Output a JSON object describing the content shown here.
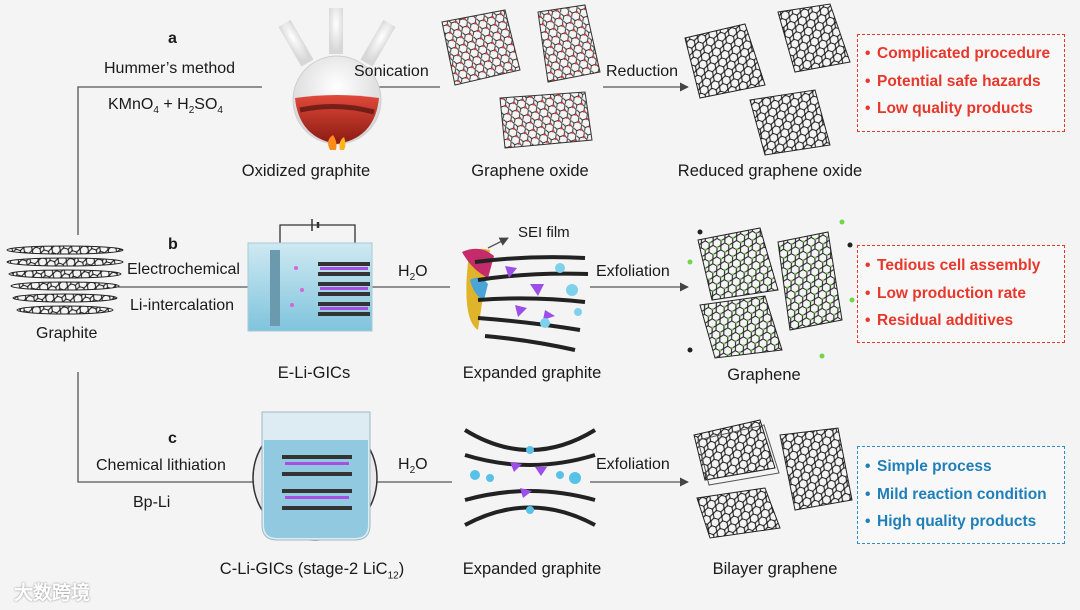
{
  "panels": {
    "a": {
      "letter": "a",
      "method_top": "Hummer’s method",
      "reagent_k": "KMnO",
      "reagent_k_sub": "4",
      "reagent_plus": " + H",
      "reagent_h_sub": "2",
      "reagent_so": "SO",
      "reagent_so_sub": "4",
      "step1": "Sonication",
      "step2": "Reduction",
      "cap1": "Oxidized graphite",
      "cap2": "Graphene oxide",
      "cap3": "Reduced graphene oxide",
      "issues": [
        "Complicated procedure",
        "Potential safe hazards",
        "Low quality products"
      ]
    },
    "b": {
      "letter": "b",
      "method_top": "Electrochemical",
      "method_bottom": "Li-intercalation",
      "step1": "H",
      "step1_sub": "2",
      "step1_tail": "O",
      "step2": "Exfoliation",
      "sei": "SEI film",
      "cap1": "E-Li-GICs",
      "cap2": "Expanded graphite",
      "cap3": "Graphene",
      "issues": [
        "Tedious cell assembly",
        "Low production rate",
        "Residual additives"
      ]
    },
    "c": {
      "letter": "c",
      "method_top": "Chemical lithiation",
      "method_bottom": "Bp-Li",
      "step1": "H",
      "step1_sub": "2",
      "step1_tail": "O",
      "step2": "Exfoliation",
      "cap1_pre": "C-Li-GICs (stage-2 LiC",
      "cap1_sub": "12",
      "cap1_post": ")",
      "cap2": "Expanded graphite",
      "cap3": "Bilayer graphene",
      "benefits": [
        "Simple process",
        "Mild reaction condition",
        "High quality products"
      ]
    }
  },
  "source": {
    "label": "Graphite"
  },
  "watermark": "大数跨境",
  "colors": {
    "issue": "#e8372b",
    "benefit": "#1f7fb8"
  }
}
